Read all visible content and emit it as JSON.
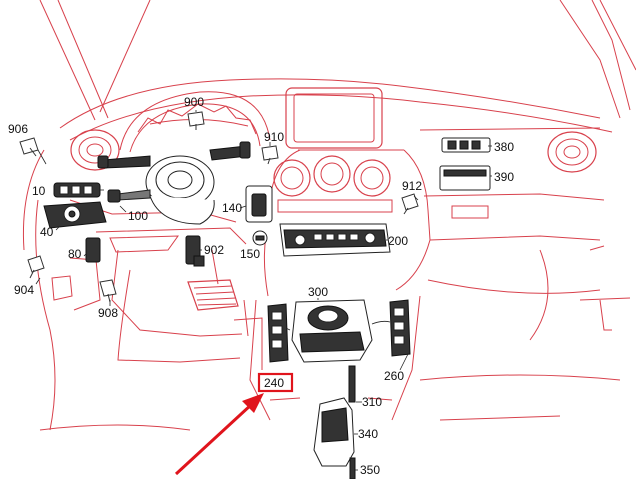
{
  "colors": {
    "line_art": "#d8414c",
    "highlight": "#e0141c",
    "parts": "#222222",
    "label_text": "#111111"
  },
  "callouts": [
    {
      "id": "c906",
      "text": "906"
    },
    {
      "id": "c900",
      "text": "900"
    },
    {
      "id": "c910",
      "text": "910"
    },
    {
      "id": "c380",
      "text": "380"
    },
    {
      "id": "c390",
      "text": "390"
    },
    {
      "id": "c10",
      "text": "10"
    },
    {
      "id": "c100",
      "text": "100"
    },
    {
      "id": "c140",
      "text": "140"
    },
    {
      "id": "c912",
      "text": "912"
    },
    {
      "id": "c40",
      "text": "40"
    },
    {
      "id": "c902",
      "text": "902"
    },
    {
      "id": "c150",
      "text": "150"
    },
    {
      "id": "c200",
      "text": "200"
    },
    {
      "id": "c80",
      "text": "80"
    },
    {
      "id": "c904",
      "text": "904"
    },
    {
      "id": "c908",
      "text": "908"
    },
    {
      "id": "c300",
      "text": "300"
    },
    {
      "id": "c260",
      "text": "260"
    },
    {
      "id": "c310",
      "text": "310"
    },
    {
      "id": "c340",
      "text": "340"
    },
    {
      "id": "c350",
      "text": "350"
    }
  ],
  "highlighted_callout": {
    "text": "240"
  }
}
